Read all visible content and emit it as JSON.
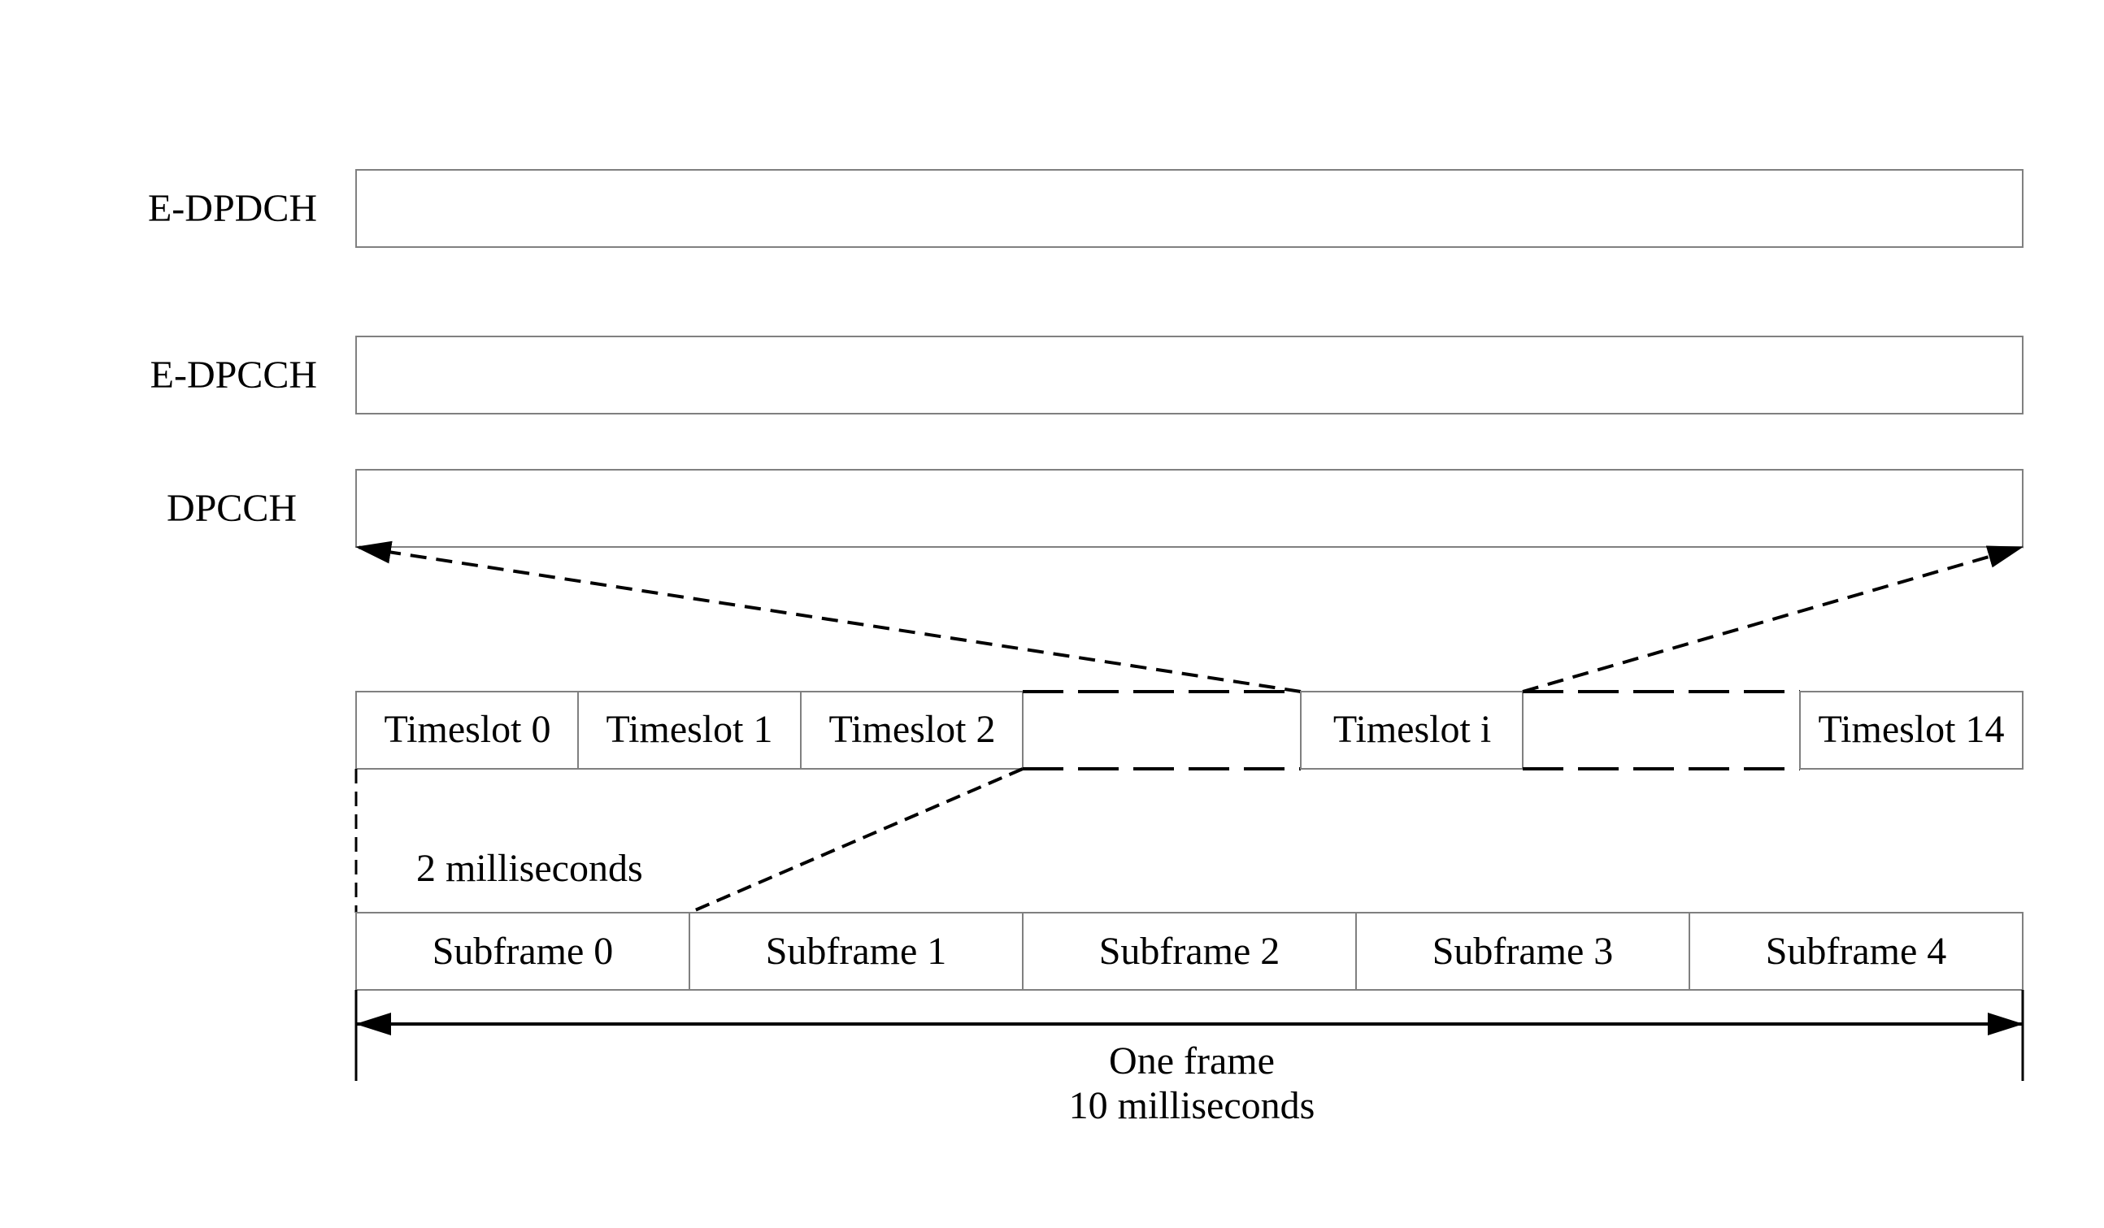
{
  "channels": [
    {
      "label": "E-DPDCH"
    },
    {
      "label": "E-DPCCH"
    },
    {
      "label": "DPCCH"
    }
  ],
  "timeslots": [
    {
      "label": "Timeslot 0"
    },
    {
      "label": "Timeslot 1"
    },
    {
      "label": "Timeslot 2"
    },
    {
      "label": ""
    },
    {
      "label": "Timeslot i"
    },
    {
      "label": ""
    },
    {
      "label": "Timeslot 14"
    }
  ],
  "subframes": [
    {
      "label": "Subframe 0"
    },
    {
      "label": "Subframe 1"
    },
    {
      "label": "Subframe 2"
    },
    {
      "label": "Subframe 3"
    },
    {
      "label": "Subframe 4"
    }
  ],
  "subframe_duration": "2 milliseconds",
  "frame": {
    "line1": "One frame",
    "line2": "10 milliseconds"
  },
  "colors": {
    "box_stroke": "#808080",
    "line": "#000000"
  }
}
